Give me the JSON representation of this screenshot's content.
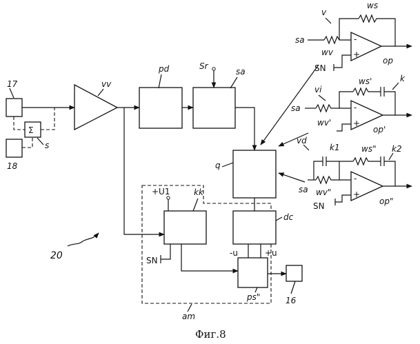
{
  "caption": "Фиг.8",
  "labels": {
    "in17": "17",
    "in18": "18",
    "sigma": "Σ",
    "s": "s",
    "vv": "vv",
    "pd": "pd",
    "sr": "Sr",
    "sa_block": "sa",
    "q": "q",
    "dc": "dc",
    "kk": "kk",
    "u1": "+U1",
    "sn_am": "SN",
    "minus_u": "-u",
    "plus_u": "+u",
    "ps": "ps\"",
    "out16": "16",
    "am": "am",
    "ref20": "20",
    "v": "v",
    "ws": "ws",
    "sa_v": "sa",
    "wv": "wv",
    "sn_v": "SN",
    "op": "op",
    "vi": "vi",
    "ws1": "ws'",
    "k": "k",
    "sa_vi": "sa",
    "wv1": "wv'",
    "op1": "op'",
    "vd": "vd",
    "k1": "k1",
    "ws2": "ws\"",
    "k2": "k2",
    "sa_vd": "sa",
    "wv2": "wv\"",
    "sn_vd": "SN",
    "op2": "op\""
  }
}
